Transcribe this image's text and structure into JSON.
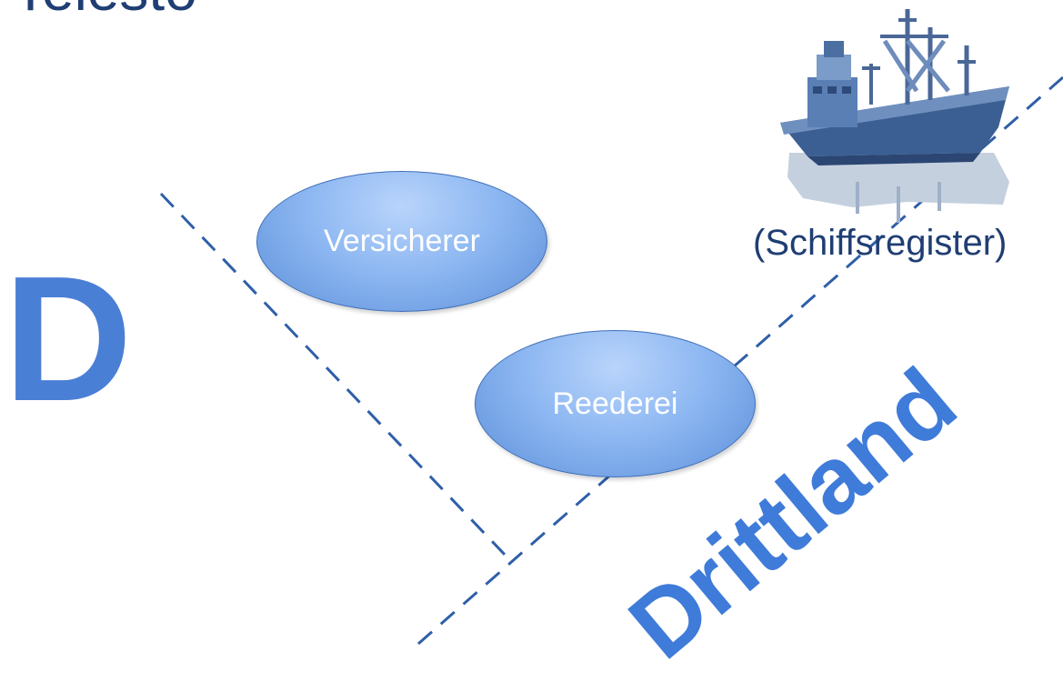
{
  "header": {
    "title_partial": "Telesto"
  },
  "regions": {
    "left_label": "D",
    "right_label": "Drittland"
  },
  "entities": {
    "insurer": "Versicherer",
    "shipowner": "Reederei",
    "registry": "(Schiffsregister)"
  },
  "icons": {
    "ship": "cargo-ship-icon"
  },
  "colors": {
    "accent": "#4a7fd6",
    "dark_text": "#1f3e73",
    "oval_fill": "#8eb8f2",
    "dashed_line": "#2f5fa8"
  }
}
